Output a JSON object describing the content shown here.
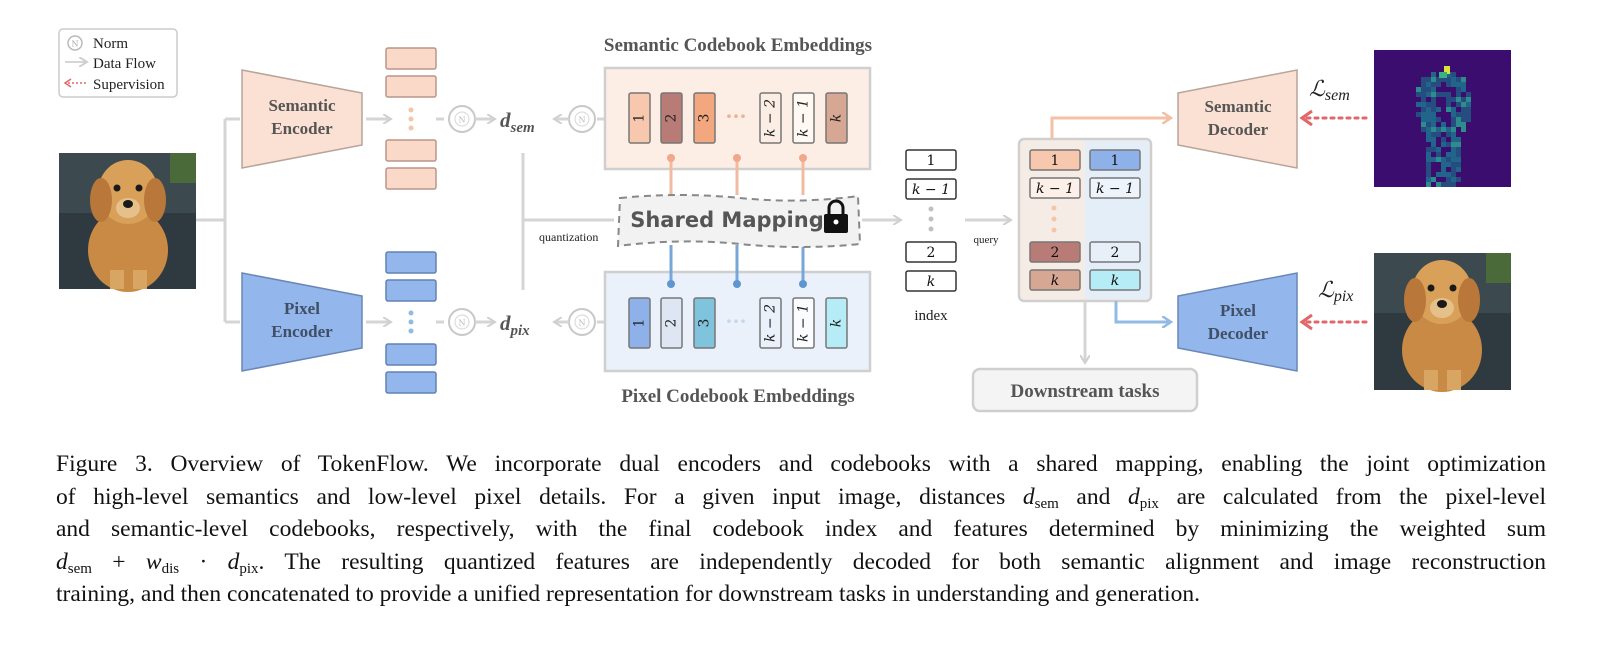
{
  "legend": {
    "norm": "Norm",
    "data_flow": "Data Flow",
    "supervision": "Supervision",
    "norm_glyph": "N"
  },
  "encoders": {
    "semantic": [
      "Semantic",
      "Encoder"
    ],
    "pixel": [
      "Pixel",
      "Encoder"
    ]
  },
  "decoders": {
    "semantic": [
      "Semantic",
      "Decoder"
    ],
    "pixel": [
      "Pixel",
      "Decoder"
    ]
  },
  "distances": {
    "sem_base": "d",
    "sem_sub": "sem",
    "pix_base": "d",
    "pix_sub": "pix"
  },
  "codebooks": {
    "semantic_title": "Semantic Codebook Embeddings",
    "pixel_title": "Pixel Codebook Embeddings",
    "entries": [
      "1",
      "2",
      "3",
      "k − 2",
      "k − 1",
      "k"
    ],
    "ellipsis": "···"
  },
  "shared_mapping": {
    "label": "Shared Mapping",
    "lock_icon": "lock-icon"
  },
  "quantization_label": "quantization",
  "query_label": "query",
  "index": {
    "label": "index",
    "items_top": [
      "1",
      "k − 1"
    ],
    "items_bottom": [
      "2",
      "k"
    ]
  },
  "table": {
    "rows": [
      [
        "1",
        "1"
      ],
      [
        "k − 1",
        "k − 1"
      ],
      [
        "2",
        "2"
      ],
      [
        "k",
        "k"
      ]
    ]
  },
  "downstream": "Downstream tasks",
  "losses": {
    "sem_base": "ℒ",
    "sem_sub": "sem",
    "pix_base": "ℒ",
    "pix_sub": "pix"
  },
  "colors": {
    "semantic_fill": "#fbe1d3",
    "semantic_stroke": "#c9a898",
    "pixel_fill": "#93b6ec",
    "pixel_stroke": "#5f7fb0",
    "arrow_gray": "#d0d0d0",
    "supervision_red": "#e06668",
    "sem_arrow": "#f3c2a6",
    "pix_arrow": "#8fbbe4"
  },
  "caption": {
    "line1": "Figure 3. Overview of TokenFlow. We incorporate dual encoders and codebooks with a shared mapping, enabling the joint optimization",
    "line2_a": "of high-level semantics and low-level pixel details.  For a given input image, distances ",
    "line2_d1": "d",
    "line2_s1": "sem",
    "line2_b": " and ",
    "line2_d2": "d",
    "line2_s2": "pix",
    "line2_c": " are calculated from the pixel-level",
    "line3": "and semantic-level codebooks, respectively, with the final codebook index and features determined by minimizing the weighted sum",
    "line4_d1": "d",
    "line4_s1": "sem",
    "line4_plus": " + ",
    "line4_w": "w",
    "line4_ws": "dis",
    "line4_dot": " · ",
    "line4_d2": "d",
    "line4_s2": "pix",
    "line4_rest": ".  The resulting quantized features are independently decoded for both semantic alignment and image reconstruction",
    "line5": "training, and then concatenated to provide a unified representation for downstream tasks in understanding and generation."
  }
}
